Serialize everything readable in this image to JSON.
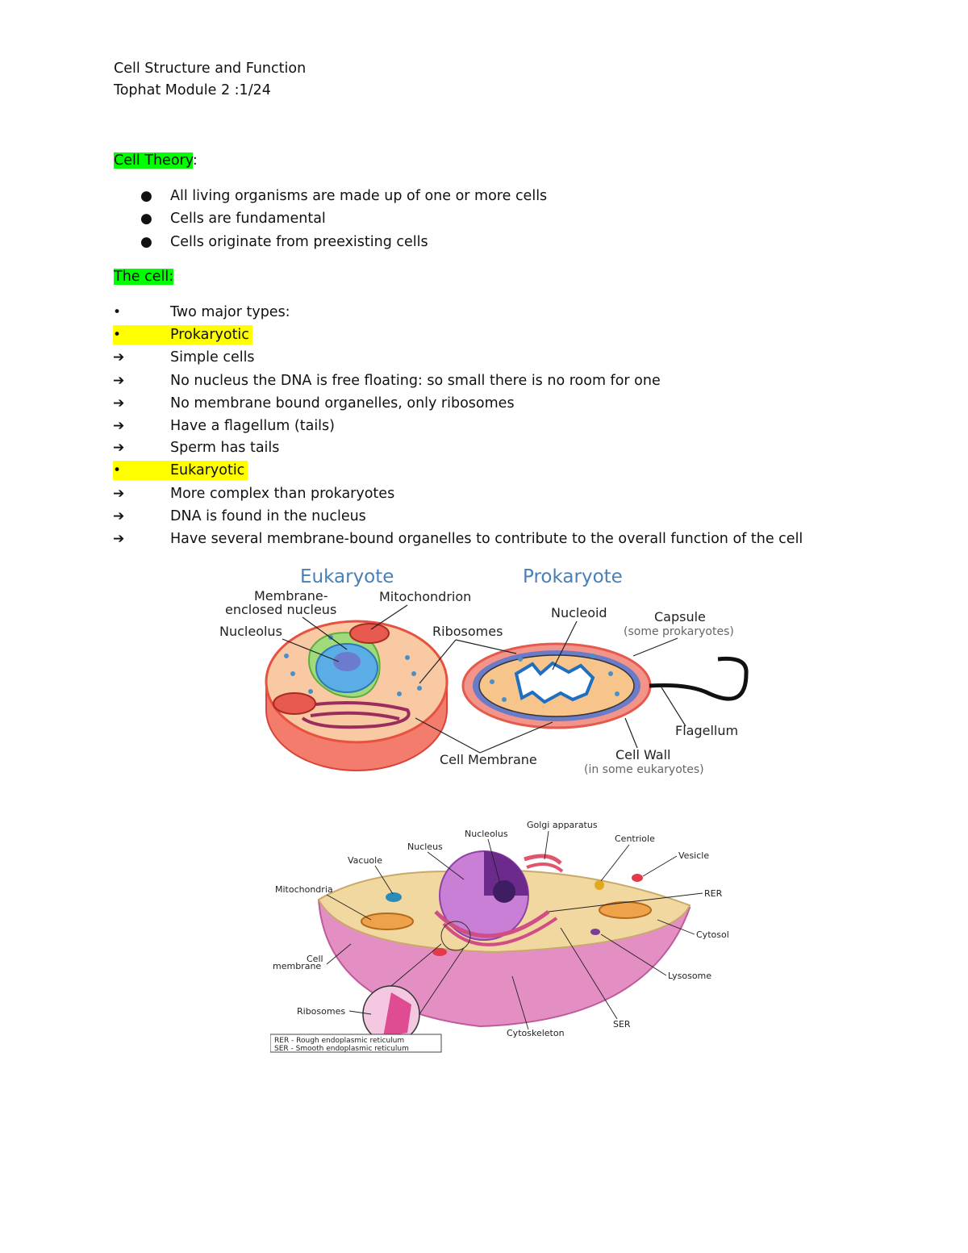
{
  "doc": {
    "title": "Cell Structure and Function",
    "subtitle": "Tophat Module 2 :1/24"
  },
  "cell_theory": {
    "heading": "Cell Theory",
    "colon": ":",
    "items": [
      "All living organisms are made up of one or more cells",
      "Cells are fundamental",
      "Cells originate from preexisting cells"
    ]
  },
  "the_cell": {
    "heading": "The cell:",
    "lines": [
      {
        "marker": "•",
        "text": "Two major types:",
        "highlight": false
      },
      {
        "marker": "•",
        "text": "Prokaryotic",
        "highlight": true
      },
      {
        "marker": "➔",
        "text": "Simple cells",
        "highlight": false
      },
      {
        "marker": "➔",
        "text": "No nucleus the DNA is free floating: so small there is no room for one",
        "highlight": false
      },
      {
        "marker": "➔",
        "text": "No membrane bound organelles, only ribosomes",
        "highlight": false
      },
      {
        "marker": "➔",
        "text": "Have a flagellum (tails)",
        "highlight": false
      },
      {
        "marker": "➔",
        "text": "Sperm has tails",
        "highlight": false
      },
      {
        "marker": "•",
        "text": "Eukaryotic",
        "highlight": true
      },
      {
        "marker": "➔",
        "text": "More complex than prokaryotes",
        "highlight": false
      },
      {
        "marker": "➔",
        "text": "DNA is found in the nucleus",
        "highlight": false
      },
      {
        "marker": "➔",
        "text": "Have several membrane-bound organelles to contribute to the overall function of the cell",
        "highlight": false
      }
    ]
  },
  "figure1": {
    "eukaryote": "Eukaryote",
    "prokaryote": "Prokaryote",
    "membrane_line1": "Membrane-",
    "membrane_line2": "enclosed nucleus",
    "mitochondrion": "Mitochondrion",
    "nucleolus": "Nucleolus",
    "ribosomes": "Ribosomes",
    "nucleoid": "Nucleoid",
    "capsule": "Capsule",
    "capsule_note": "(some prokaryotes)",
    "flagellum": "Flagellum",
    "cell_membrane": "Cell Membrane",
    "cell_wall": "Cell Wall",
    "cell_wall_note": "(in some eukaryotes)"
  },
  "figure2": {
    "nucleolus": "Nucleolus",
    "golgi": "Golgi apparatus",
    "nucleus": "Nucleus",
    "centriole": "Centriole",
    "vacuole": "Vacuole",
    "vesicle": "Vesicle",
    "mitochondria": "Mitochondria",
    "rer": "RER",
    "cytosol": "Cytosol",
    "cell_membrane_1": "Cell",
    "cell_membrane_2": "membrane",
    "lysosome": "Lysosome",
    "ribosomes": "Ribosomes",
    "ser": "SER",
    "cytoskeleton": "Cytoskeleton",
    "legend_rer": "RER - Rough endoplasmic reticulum",
    "legend_ser": "SER - Smooth endoplasmic reticulum"
  },
  "colors": {
    "green_highlight": "#00ff00",
    "yellow_highlight": "#ffff00",
    "title_blue": "#4a7fb5"
  }
}
